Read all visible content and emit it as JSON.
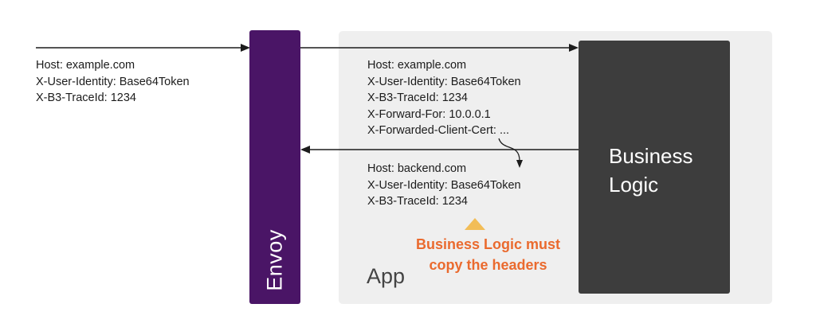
{
  "incoming_request": {
    "headers": [
      "Host: example.com",
      "X-User-Identity: Base64Token",
      "X-B3-TraceId: 1234"
    ]
  },
  "forwarded_request": {
    "headers": [
      "Host: example.com",
      "X-User-Identity: Base64Token",
      "X-B3-TraceId: 1234",
      "X-Forward-For: 10.0.0.1",
      "X-Forwarded-Client-Cert: ..."
    ]
  },
  "outgoing_request": {
    "headers": [
      "Host: backend.com",
      "X-User-Identity: Base64Token",
      "X-B3-TraceId: 1234"
    ]
  },
  "envoy": {
    "label": "Envoy"
  },
  "app": {
    "label": "App"
  },
  "business_logic": {
    "label_line1": "Business",
    "label_line2": "Logic"
  },
  "note": {
    "line1": "Business Logic must",
    "line2": "copy the headers"
  },
  "colors": {
    "envoy": "#4a1566",
    "app_background": "#efefef",
    "business_logic": "#3d3d3d",
    "note_text": "#ea6a2e",
    "warning_triangle": "#f2bd57",
    "arrows": "#1c1c1c"
  }
}
